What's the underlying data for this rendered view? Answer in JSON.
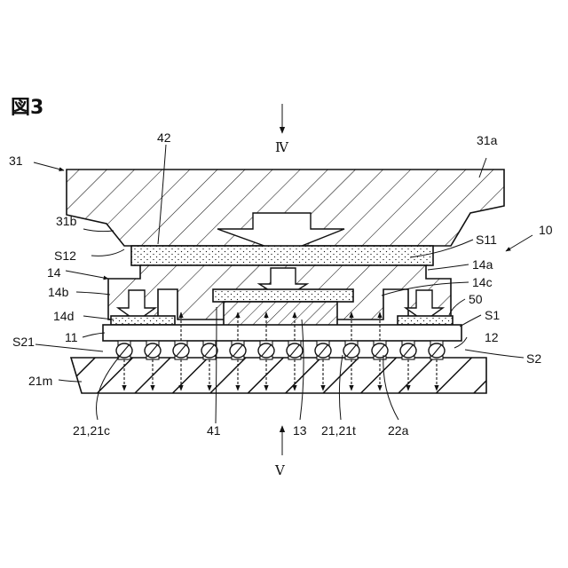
{
  "figure": {
    "title": "図3",
    "view_top": "Ⅳ",
    "view_bottom": "Ⅴ"
  },
  "labels": {
    "l31": "31",
    "l31a": "31a",
    "l42": "42",
    "l31b": "31b",
    "l10": "10",
    "l14": "14",
    "lS12": "S12",
    "lS11": "S11",
    "l14a": "14a",
    "l14b": "14b",
    "l14c": "14c",
    "l50": "50",
    "l14d": "14d",
    "lS1": "S1",
    "l11": "11",
    "l12": "12",
    "lS21": "S21",
    "lS2": "S2",
    "l21m": "21m",
    "l21c": "21,21c",
    "l41": "41",
    "l13": "13",
    "l21t": "21,21t",
    "l22a": "22a"
  }
}
